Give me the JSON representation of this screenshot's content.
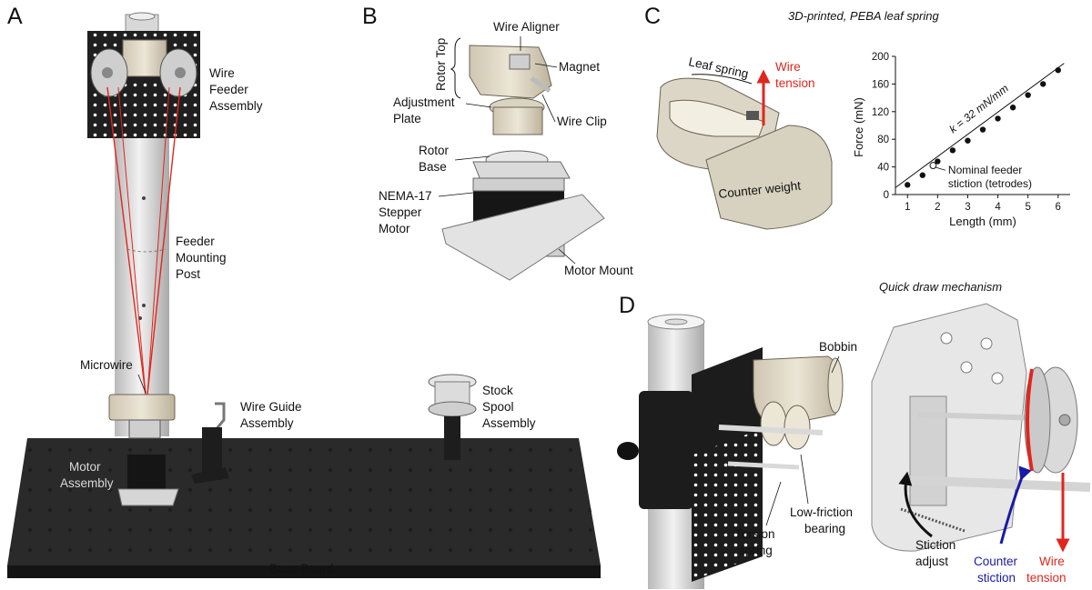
{
  "panels": {
    "a": {
      "letter": "A",
      "labels": {
        "wire_feeder": [
          "Wire",
          "Feeder",
          "Assembly"
        ],
        "mounting_post": [
          "Feeder",
          "Mounting",
          "Post"
        ],
        "microwire": "Microwire",
        "wire_guide": [
          "Wire Guide",
          "Assembly"
        ],
        "stock_spool": [
          "Stock",
          "Spool",
          "Assembly"
        ],
        "motor": [
          "Motor",
          "Assembly"
        ],
        "base_board": "Base Board"
      }
    },
    "b": {
      "letter": "B",
      "labels": {
        "wire_aligner": "Wire Aligner",
        "rotor_top": "Rotor Top",
        "magnet": "Magnet",
        "adjustment_plate": [
          "Adjustment",
          "Plate"
        ],
        "wire_clip": "Wire Clip",
        "rotor_base": [
          "Rotor",
          "Base"
        ],
        "stepper": [
          "NEMA-17",
          "Stepper",
          "Motor"
        ],
        "motor_mount": "Motor Mount"
      }
    },
    "c": {
      "letter": "C",
      "title": "3D-printed, PEBA leaf spring",
      "labels": {
        "leaf_spring": "Leaf spring",
        "wire_tension": [
          "Wire",
          "tension"
        ],
        "counter_weight": "Counter weight"
      }
    },
    "d": {
      "letter": "D",
      "title": "Quick draw mechanism",
      "labels": {
        "bobbin": "Bobbin",
        "low_friction": [
          "Low-friction",
          "bearing"
        ],
        "torsion": [
          "Torsion",
          "spring"
        ],
        "stiction_adjust": [
          "Stiction",
          "adjust"
        ],
        "counter_stiction": [
          "Counter",
          "stiction"
        ],
        "wire_tension": [
          "Wire",
          "tension"
        ]
      }
    }
  },
  "colors": {
    "accent_red": "#e0261e",
    "accent_blue": "#1a1aa6"
  },
  "chart_data": {
    "type": "scatter",
    "x": [
      1,
      1.5,
      2,
      2.5,
      3,
      3.5,
      4,
      4.5,
      5,
      5.5,
      6
    ],
    "y": [
      14,
      28,
      48,
      64,
      78,
      94,
      110,
      126,
      144,
      160,
      180
    ],
    "fit": {
      "label": "k = 32 mN/mm",
      "from": [
        0.6,
        10
      ],
      "to": [
        6.2,
        190
      ]
    },
    "highlight": {
      "x": 1.85,
      "y": 42,
      "label": [
        "Nominal feeder",
        "stiction (tetrodes)"
      ]
    },
    "xlabel": "Length (mm)",
    "ylabel": "Force (mN)",
    "xlim": [
      0.6,
      6.4
    ],
    "ylim": [
      0,
      200
    ],
    "xticks": [
      1,
      2,
      3,
      4,
      5,
      6
    ],
    "yticks": [
      0,
      40,
      80,
      120,
      160,
      200
    ],
    "grid": false
  }
}
